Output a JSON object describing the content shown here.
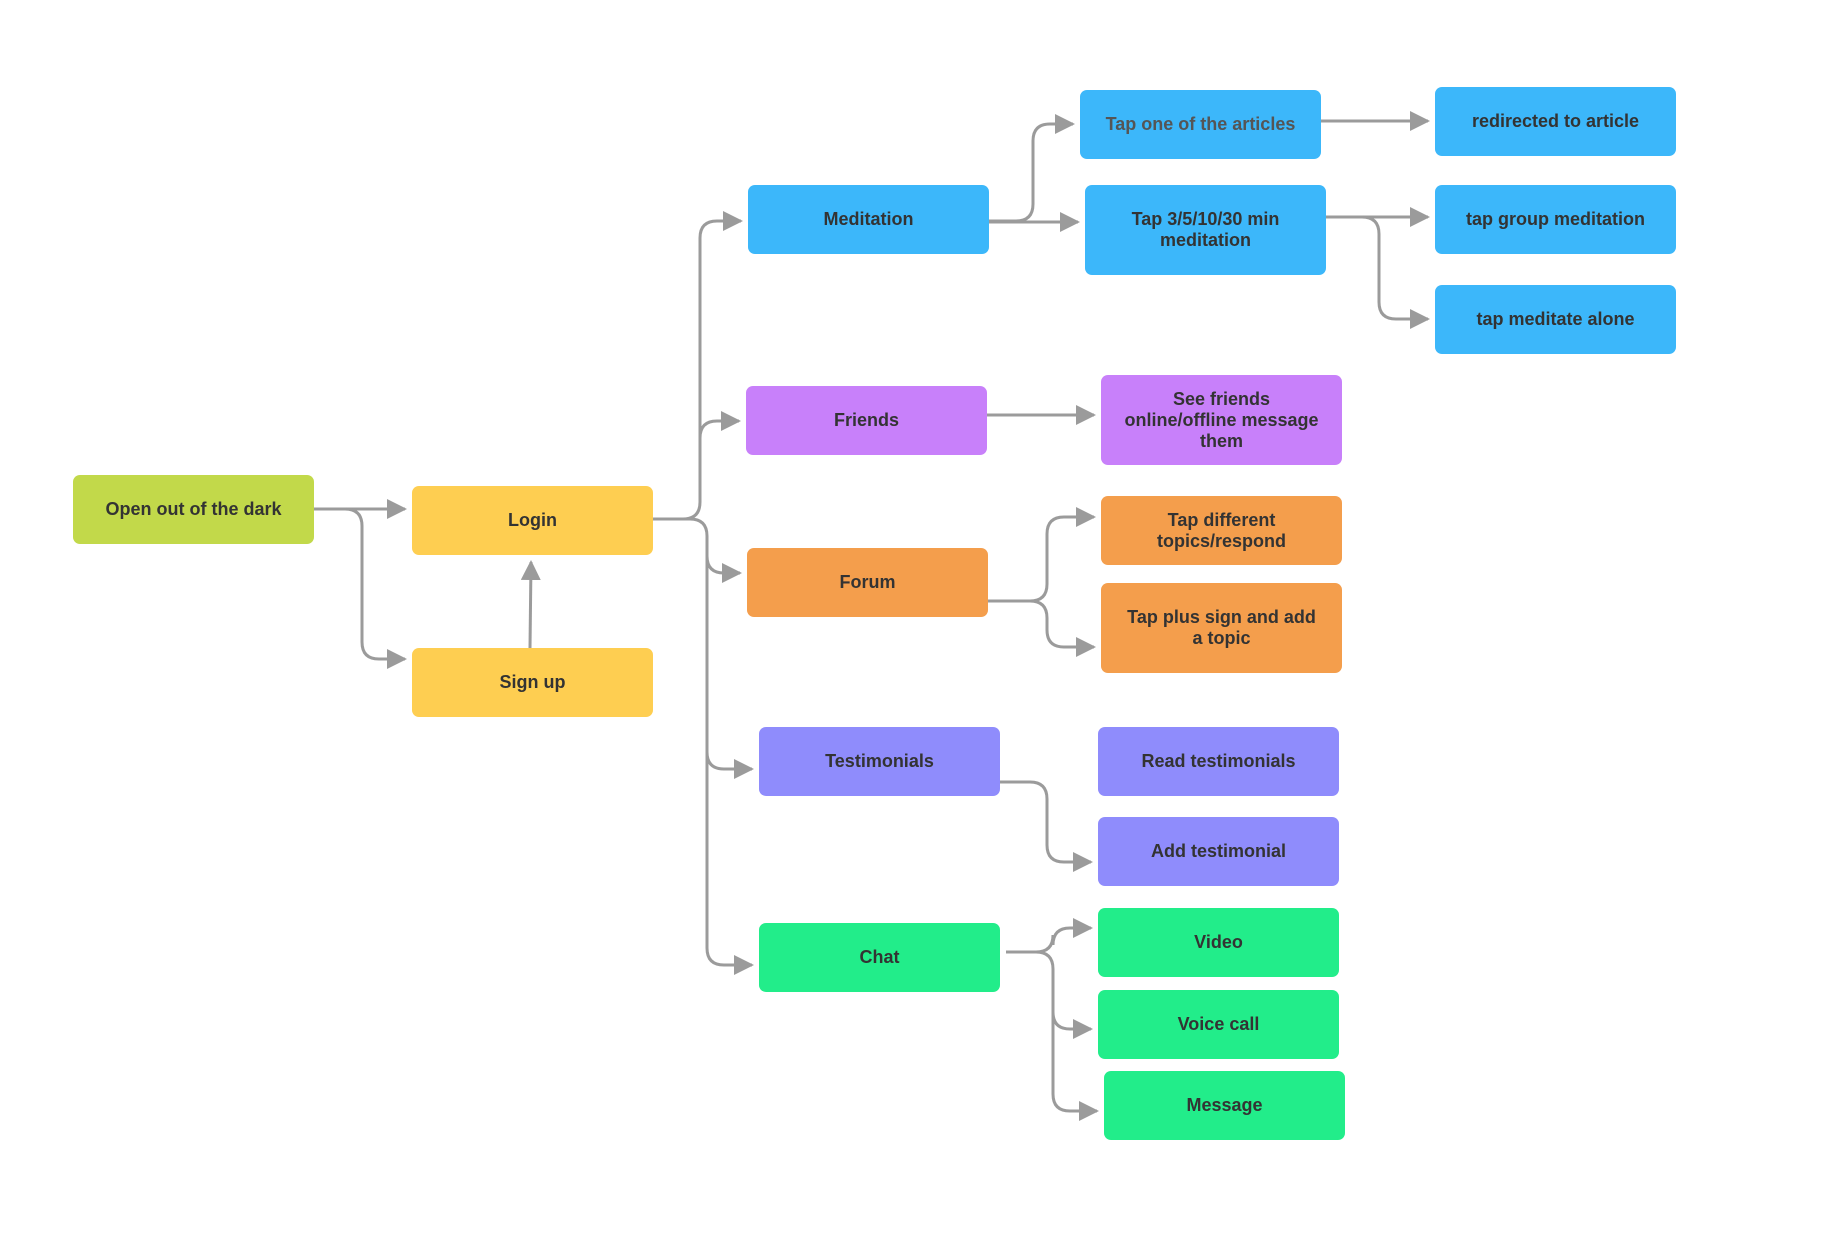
{
  "colors": {
    "lime": "#c2d94a",
    "yellow": "#fece51",
    "blue": "#3cb7fa",
    "purple": "#c880fa",
    "orange": "#f49e4c",
    "indigo": "#8f8cfc",
    "green": "#22ed8a",
    "connector": "#9b9b9b"
  },
  "nodes": {
    "open": {
      "label": "Open out of the dark"
    },
    "login": {
      "label": "Login"
    },
    "signup": {
      "label": "Sign up"
    },
    "meditation": {
      "label": "Meditation"
    },
    "tap_articles": {
      "label": "Tap one of the articles"
    },
    "redirected_article": {
      "label": "redirected to article"
    },
    "tap_min_meditation": {
      "label": "Tap 3/5/10/30 min meditation"
    },
    "group_meditation": {
      "label": "tap group meditation"
    },
    "meditate_alone": {
      "label": "tap meditate alone"
    },
    "friends": {
      "label": "Friends"
    },
    "see_friends": {
      "label": "See friends online/offline message them"
    },
    "forum": {
      "label": "Forum"
    },
    "tap_topics": {
      "label": "Tap different topics/respond"
    },
    "tap_plus": {
      "label": "Tap plus sign and add a topic"
    },
    "testimonials": {
      "label": "Testimonials"
    },
    "read_testimonials": {
      "label": "Read testimonials"
    },
    "add_testimonial": {
      "label": "Add testimonial"
    },
    "chat": {
      "label": "Chat"
    },
    "video": {
      "label": "Video"
    },
    "voice_call": {
      "label": "Voice call"
    },
    "message": {
      "label": "Message"
    }
  },
  "edges": [
    {
      "from": "open",
      "to": "login"
    },
    {
      "from": "open",
      "to": "signup"
    },
    {
      "from": "signup",
      "to": "login"
    },
    {
      "from": "login",
      "to": "meditation"
    },
    {
      "from": "login",
      "to": "friends"
    },
    {
      "from": "login",
      "to": "forum"
    },
    {
      "from": "login",
      "to": "testimonials"
    },
    {
      "from": "login",
      "to": "chat"
    },
    {
      "from": "meditation",
      "to": "tap_articles"
    },
    {
      "from": "meditation",
      "to": "tap_min_meditation"
    },
    {
      "from": "tap_articles",
      "to": "redirected_article"
    },
    {
      "from": "tap_min_meditation",
      "to": "group_meditation"
    },
    {
      "from": "tap_min_meditation",
      "to": "meditate_alone"
    },
    {
      "from": "friends",
      "to": "see_friends"
    },
    {
      "from": "forum",
      "to": "tap_topics"
    },
    {
      "from": "forum",
      "to": "tap_plus"
    },
    {
      "from": "testimonials",
      "to": "add_testimonial"
    },
    {
      "from": "chat",
      "to": "video"
    },
    {
      "from": "chat",
      "to": "voice_call"
    },
    {
      "from": "chat",
      "to": "message"
    }
  ]
}
